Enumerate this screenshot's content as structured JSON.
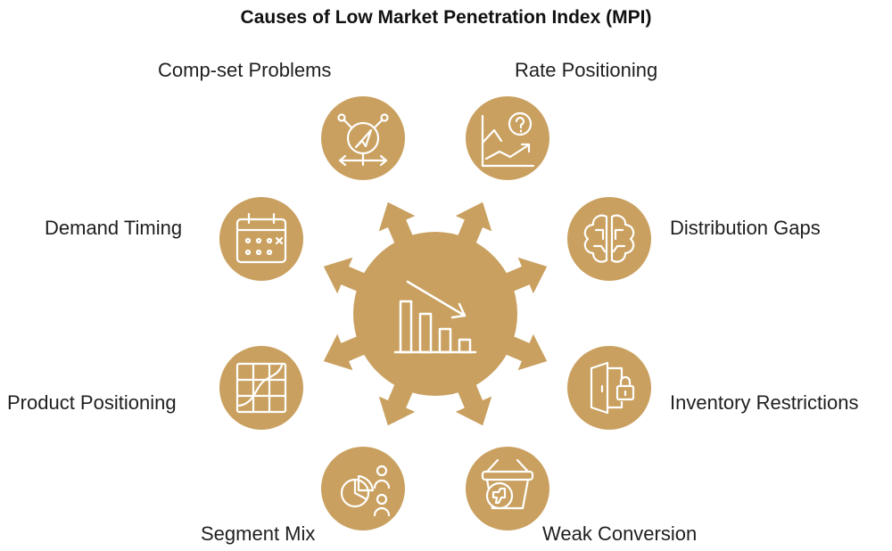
{
  "title": "Causes of Low Market Penetration Index (MPI)",
  "center": {
    "icon": "declining-bar-chart-icon"
  },
  "causes": [
    {
      "label": "Comp-set Problems",
      "icon": "navigation-arrows-icon"
    },
    {
      "label": "Rate Positioning",
      "icon": "chart-question-icon"
    },
    {
      "label": "Distribution Gaps",
      "icon": "circuit-brain-icon"
    },
    {
      "label": "Inventory Restrictions",
      "icon": "locked-door-icon"
    },
    {
      "label": "Weak Conversion",
      "icon": "basket-thumbs-down-icon"
    },
    {
      "label": "Segment Mix",
      "icon": "pie-people-icon"
    },
    {
      "label": "Product Positioning",
      "icon": "grid-curve-icon"
    },
    {
      "label": "Demand Timing",
      "icon": "calendar-icon"
    }
  ],
  "colors": {
    "accent": "#C9A05F",
    "line": "#ffffff",
    "text": "#1f1f1f"
  }
}
